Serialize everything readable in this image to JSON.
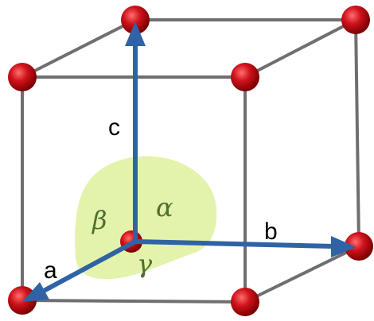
{
  "axes": {
    "a": "a",
    "b": "b",
    "c": "c"
  },
  "angles": {
    "alpha": "α",
    "beta": "β",
    "gamma": "γ"
  },
  "colors": {
    "atom": "#d0121c",
    "edge": "#6f6f6f",
    "axis": "#2f63a6",
    "angle_region": "#e2f2a8",
    "angle_text": "#4f6f2f"
  }
}
